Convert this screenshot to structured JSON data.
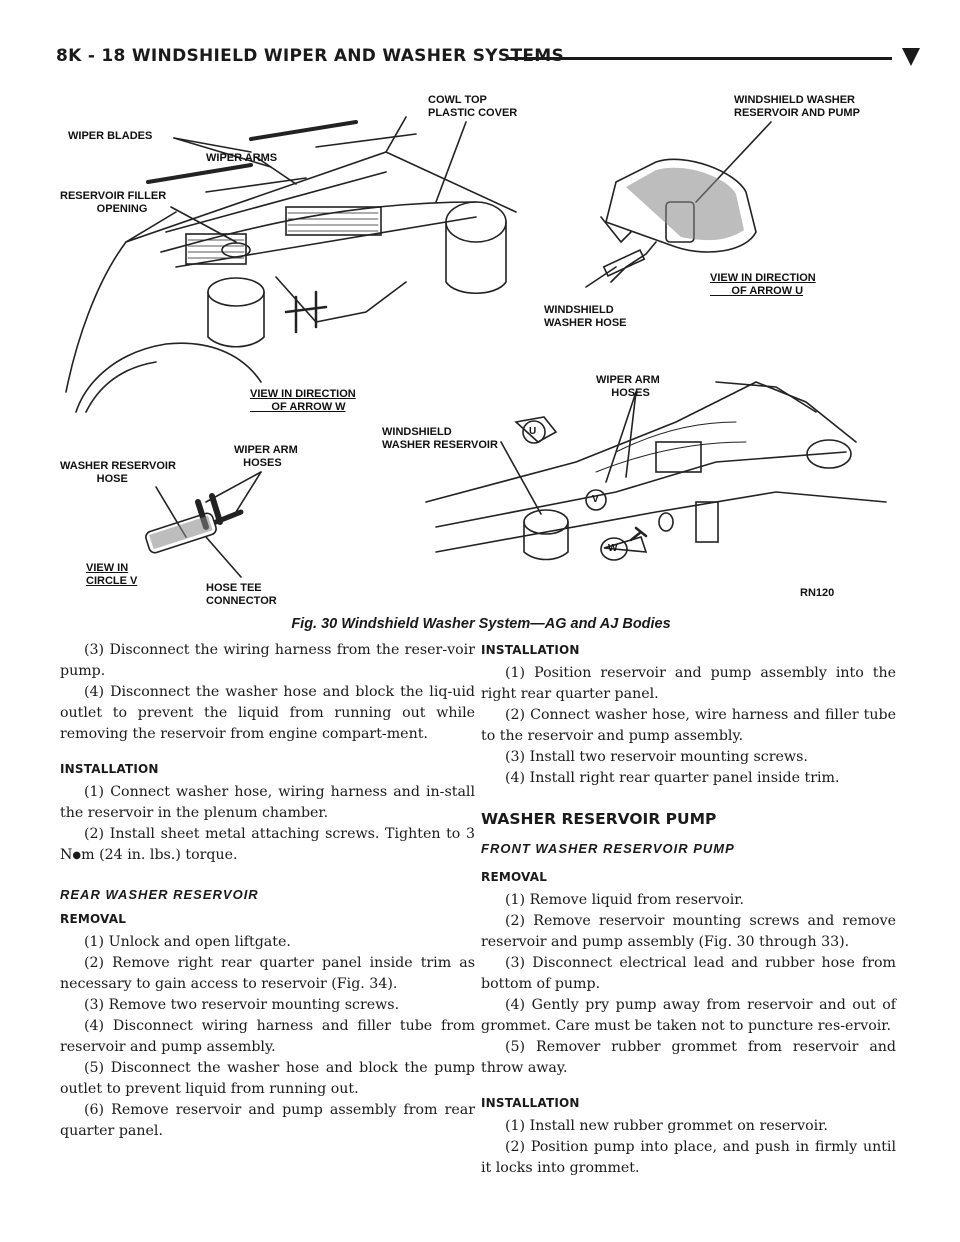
{
  "header": {
    "title": "8K - 18    WINDSHIELD WIPER AND WASHER SYSTEMS"
  },
  "figure": {
    "labels": {
      "wiper_blades": "WIPER BLADES",
      "wiper_arms": "WIPER ARMS",
      "reservoir_filler": "RESERVOIR FILLER\n            OPENING",
      "cowl_top": "COWL TOP\nPLASTIC COVER",
      "washer_reservoir_pump": "WINDSHIELD WASHER\nRESERVOIR AND PUMP",
      "view_u": "VIEW IN DIRECTION\n       OF ARROW U",
      "washer_hose": "WINDSHIELD\nWASHER HOSE",
      "view_w": "VIEW IN DIRECTION\n       OF ARROW W",
      "wiper_arm_hoses_right": "WIPER ARM\n     HOSES",
      "washer_reservoir": "WINDSHIELD\nWASHER RESERVOIR",
      "washer_reservoir_hose": "WASHER RESERVOIR\n            HOSE",
      "wiper_arm_hoses_left": "WIPER ARM\n   HOSES",
      "view_v": "VIEW IN\nCIRCLE V",
      "hose_tee": "HOSE TEE\nCONNECTOR",
      "code": "RN120",
      "marker_u": "U",
      "marker_v": "V",
      "marker_w": "W"
    },
    "caption": "Fig. 30 Windshield Washer System—AG and AJ Bodies"
  },
  "left": {
    "p1": "(3) Disconnect the wiring harness from the reser-voir pump.",
    "p2": "(4) Disconnect the washer hose and block the liq-uid outlet to prevent the liquid from running out while removing the reservoir from engine compart-ment.",
    "h_install": "INSTALLATION",
    "p3": "(1) Connect washer hose, wiring harness and in-stall the reservoir in the plenum chamber.",
    "p4_pre": "(2) Install sheet metal attaching screws. Tighten to 3 N",
    "p4_dot": "●",
    "p4_post": "m (24 in. lbs.) torque.",
    "h_rear": "REAR WASHER RESERVOIR",
    "h_removal": "REMOVAL",
    "r1": "(1) Unlock and open liftgate.",
    "r2": "(2) Remove right rear quarter panel inside trim as necessary to gain access to reservoir (Fig. 34).",
    "r3": "(3) Remove two reservoir mounting screws.",
    "r4": "(4) Disconnect wiring harness and filler tube from reservoir and pump assembly.",
    "r5": "(5) Disconnect the washer hose and block the pump outlet to prevent liquid from running out.",
    "r6": "(6) Remove reservoir and pump assembly from rear quarter panel."
  },
  "right": {
    "h_install": "INSTALLATION",
    "i1": "(1) Position reservoir and pump assembly into the right rear quarter panel.",
    "i2": "(2) Connect washer hose, wire harness and filler tube to the reservoir and pump assembly.",
    "i3": "(3) Install two reservoir mounting screws.",
    "i4": "(4) Install right rear quarter panel inside trim.",
    "h_pump": "WASHER RESERVOIR PUMP",
    "h_front": "FRONT WASHER RESERVOIR PUMP",
    "h_removal": "REMOVAL",
    "f1": "(1) Remove liquid from reservoir.",
    "f2": "(2) Remove reservoir mounting screws and remove reservoir and pump assembly (Fig. 30 through 33).",
    "f3": "(3) Disconnect electrical lead and rubber hose from bottom of pump.",
    "f4": "(4) Gently pry pump away from reservoir and out of grommet. Care must be taken not to puncture res-ervoir.",
    "f5": "(5) Remover rubber grommet from reservoir and throw away.",
    "h_install2": "INSTALLATION",
    "g1": "(1) Install new rubber grommet on reservoir.",
    "g2": "(2) Position pump into place, and push in firmly until it locks into grommet."
  }
}
